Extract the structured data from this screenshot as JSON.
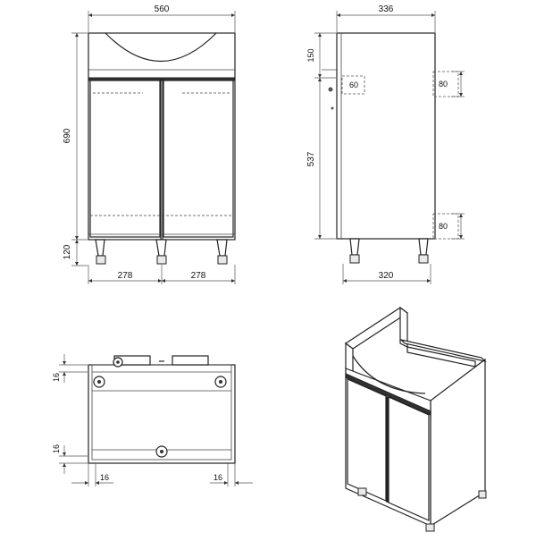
{
  "front_view": {
    "total_width": "560",
    "body_height": "690",
    "leg_height": "120",
    "left_door_width": "278",
    "right_door_width": "278"
  },
  "side_view": {
    "depth": "336",
    "top_offset": "150",
    "hole_height": "60",
    "cabinet_height": "537",
    "upper_cutout": "80",
    "lower_cutout": "80",
    "base_depth": "320"
  },
  "top_view": {
    "back_offset": "16",
    "front_offset": "16",
    "left_offset": "16",
    "right_offset": "16"
  }
}
